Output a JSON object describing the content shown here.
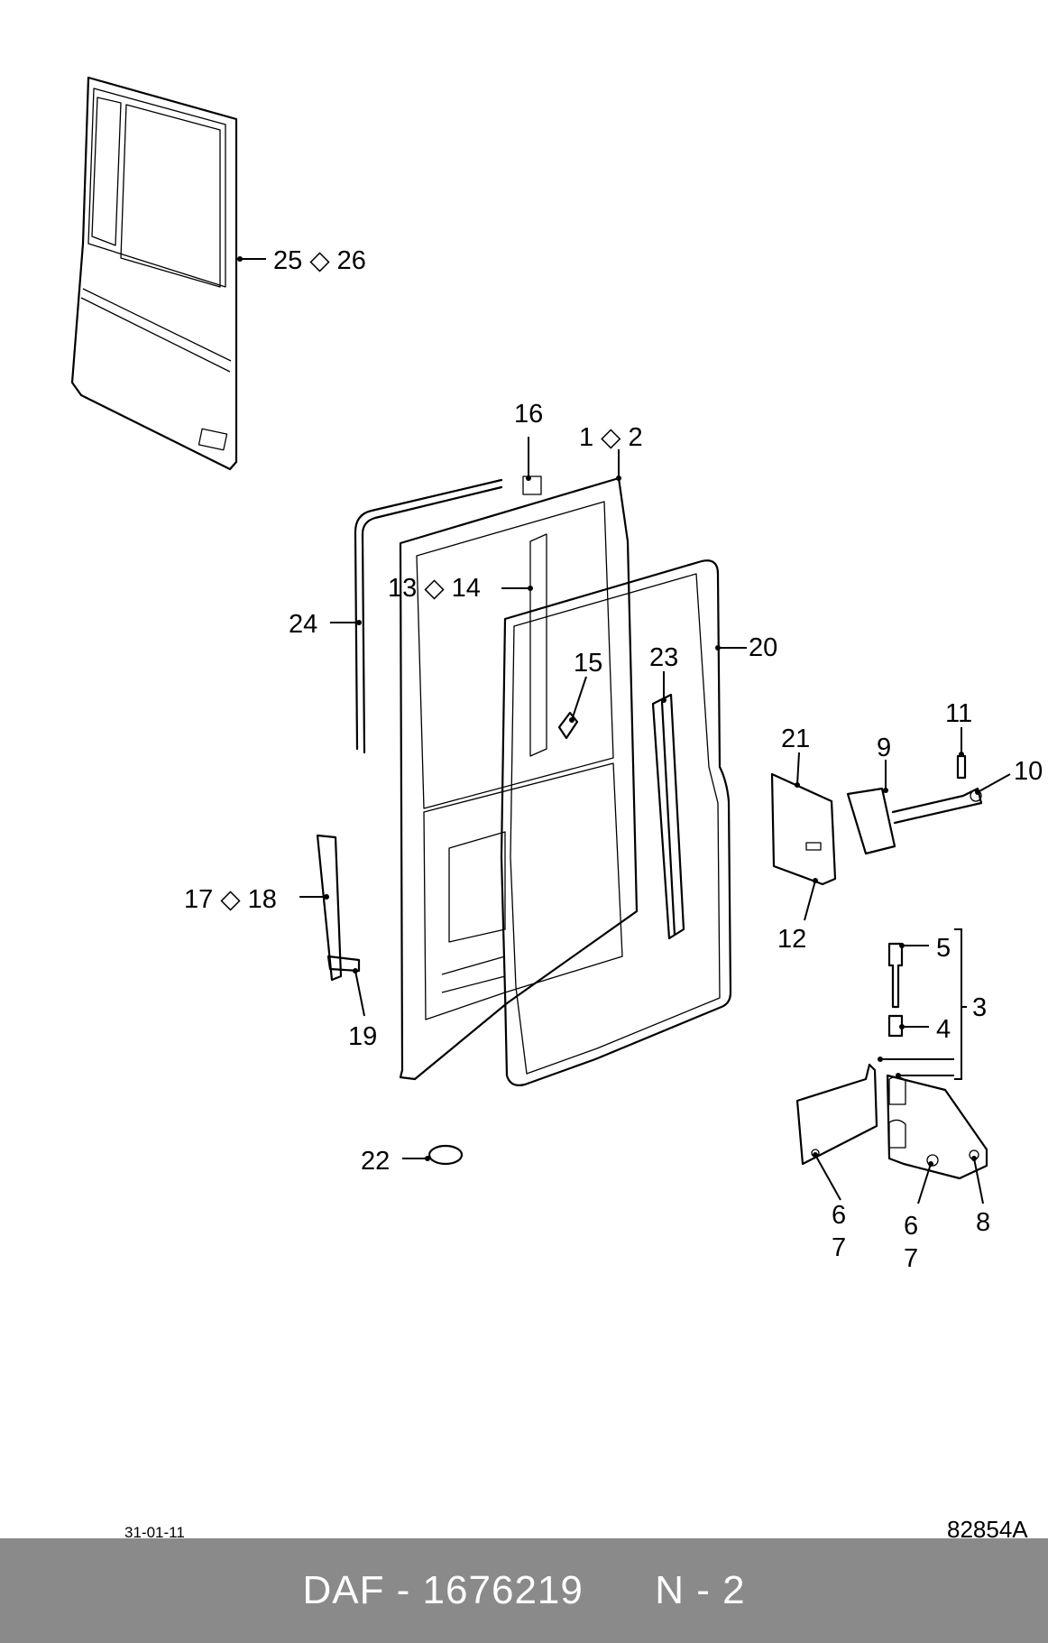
{
  "diagram": {
    "labels": {
      "l25_26": "25 ◇ 26",
      "l16": "16",
      "l1_2": "1 ◇ 2",
      "l13_14": "13 ◇ 14",
      "l24": "24",
      "l20": "20",
      "l15": "15",
      "l23": "23",
      "l11": "11",
      "l21": "21",
      "l9": "9",
      "l10": "10",
      "l17_18": "17 ◇ 18",
      "l12": "12",
      "l5": "5",
      "l3": "3",
      "l4": "4",
      "l19": "19",
      "l22": "22",
      "l6a": "6",
      "l7a": "7",
      "l6b": "6",
      "l7b": "7",
      "l8": "8"
    },
    "date": "31-01-11",
    "drawing_number": "82854A"
  },
  "footer": {
    "text": "DAF - 1676219      N - 2"
  }
}
